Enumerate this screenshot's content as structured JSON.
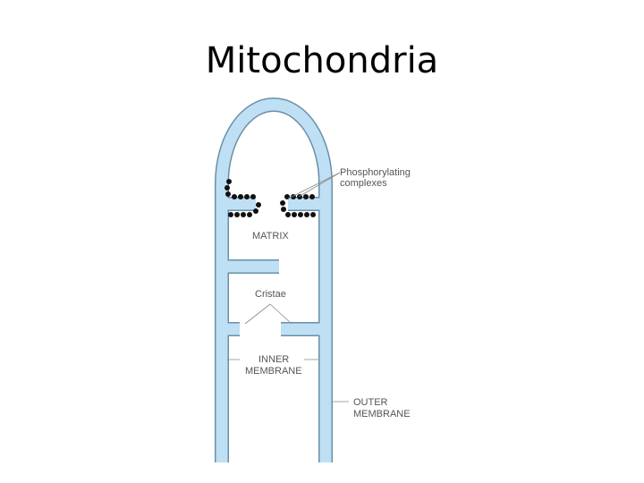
{
  "slide": {
    "title": "Mitochondria"
  },
  "diagram": {
    "colors": {
      "membrane_fill": "#bfe0f4",
      "membrane_stroke": "#6a8fa8",
      "particle": "#111111",
      "leader": "#888888",
      "label": "#555555"
    },
    "labels": {
      "phosphorylating_line1": "Phosphorylating",
      "phosphorylating_line2": "complexes",
      "matrix": "MATRIX",
      "cristae": "Cristae",
      "inner_line1": "INNER",
      "inner_line2": "MEMBRANE",
      "outer_line1": "OUTER",
      "outer_line2": "MEMBRANE"
    }
  }
}
